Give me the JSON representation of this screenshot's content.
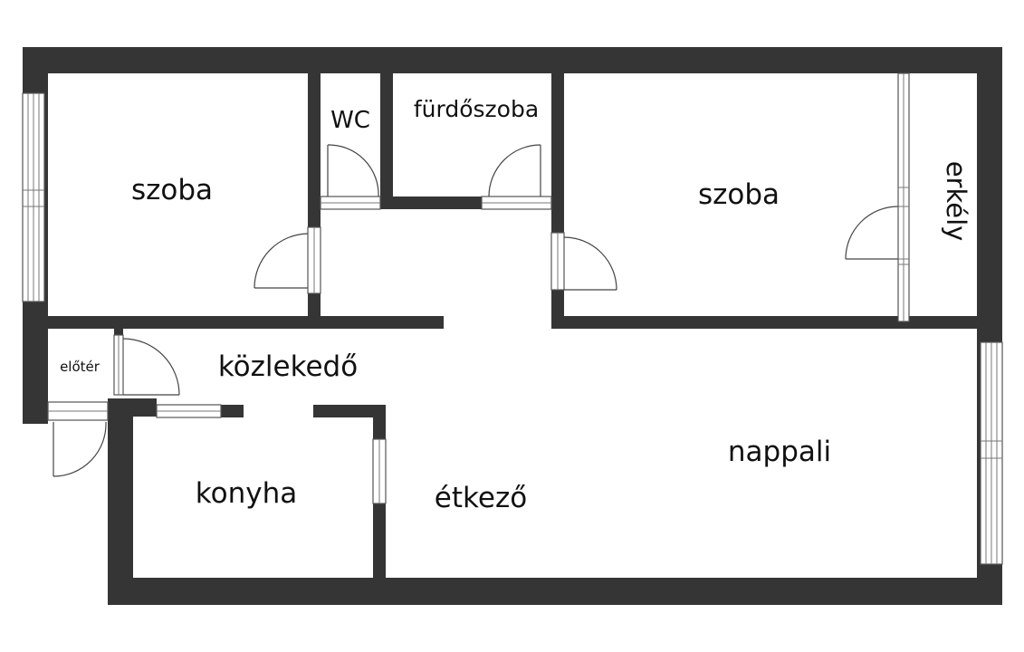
{
  "colors": {
    "wall": "#353535",
    "background": "#ffffff",
    "text": "#111111"
  },
  "rooms": {
    "szoba_left": "szoba",
    "wc": "WC",
    "furdoszoba": "fürdőszoba",
    "szoba_right": "szoba",
    "erkely": "erkély",
    "eloter": "előtér",
    "kozlekedo": "közlekedő",
    "konyha": "konyha",
    "etkezo": "étkező",
    "nappali": "nappali"
  }
}
